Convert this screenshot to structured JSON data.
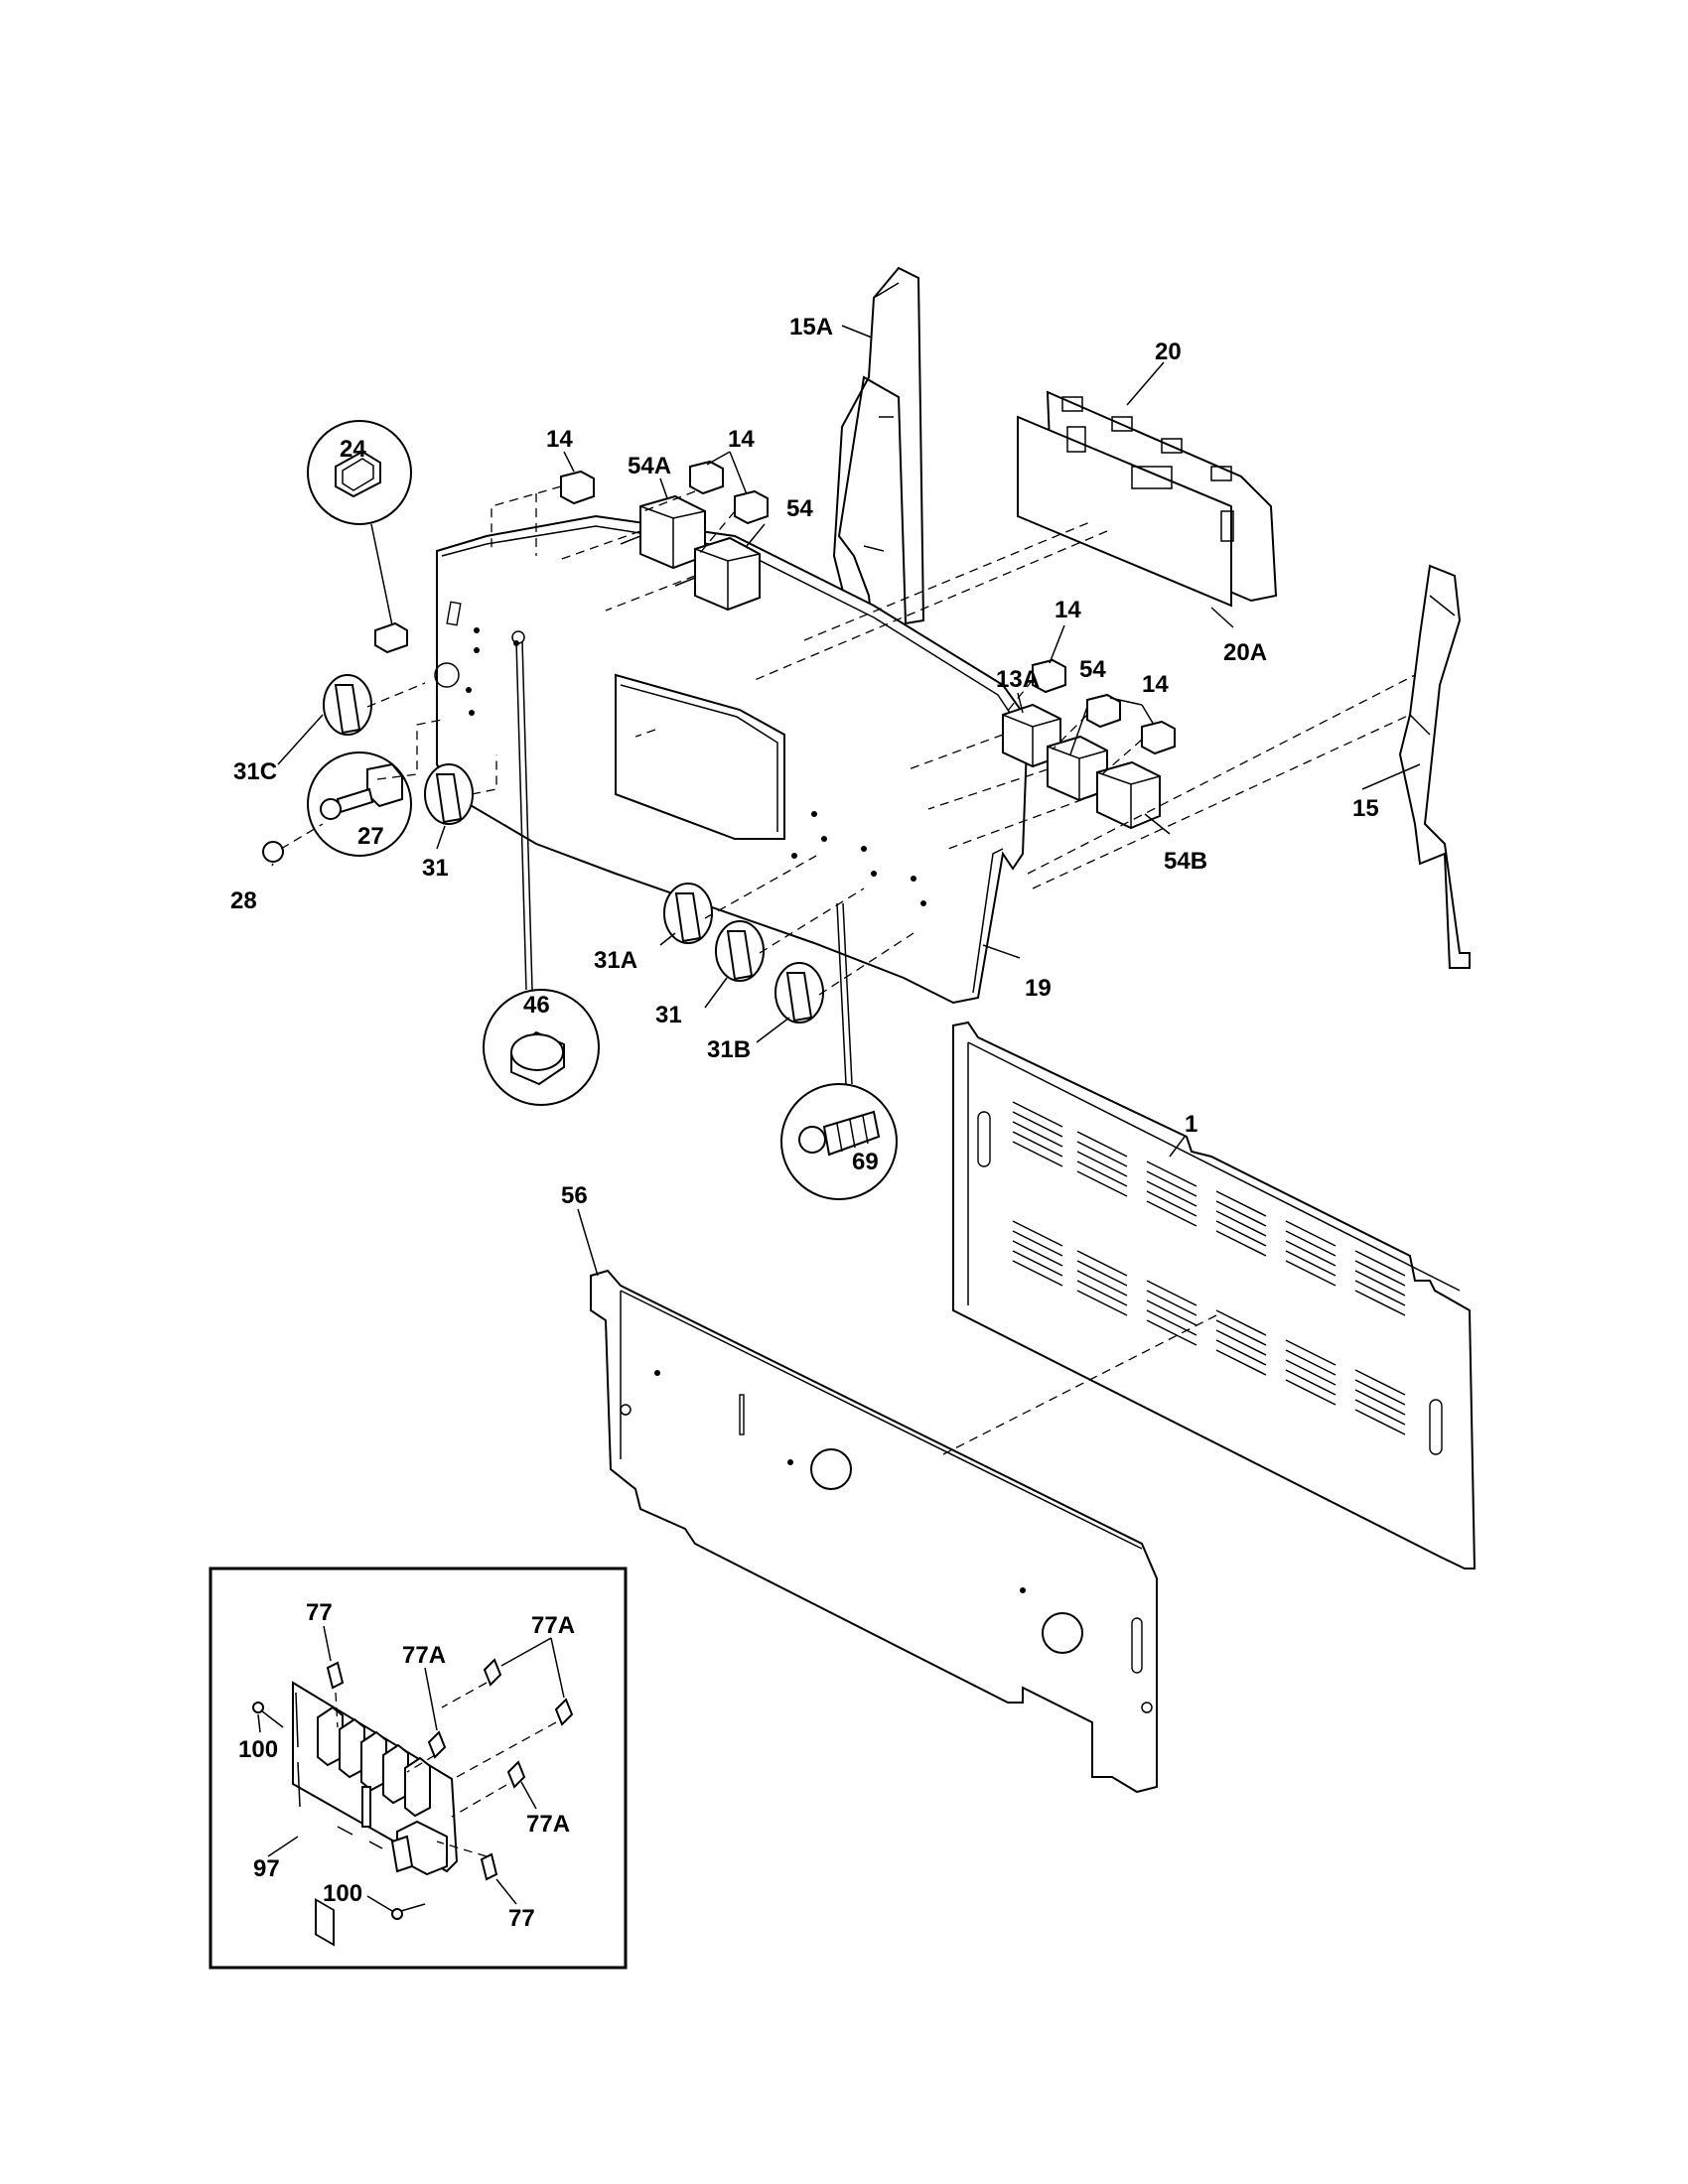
{
  "callouts": {
    "c1": "1",
    "c13A": "13A",
    "c14a": "14",
    "c14b": "14",
    "c14c": "14",
    "c14d": "14",
    "c15": "15",
    "c15A": "15A",
    "c19": "19",
    "c20": "20",
    "c20A": "20A",
    "c24": "24",
    "c27": "27",
    "c28": "28",
    "c31a": "31",
    "c31b": "31",
    "c31A": "31A",
    "c31B": "31B",
    "c31C": "31C",
    "c46": "46",
    "c54a": "54",
    "c54b": "54",
    "c54A": "54A",
    "c54B": "54B",
    "c56": "56",
    "c69": "69"
  },
  "inset": {
    "c77a": "77",
    "c77b": "77",
    "c77Aa": "77A",
    "c77Ab": "77A",
    "c77Ac": "77A",
    "c97": "97",
    "c100a": "100",
    "c100b": "100"
  }
}
